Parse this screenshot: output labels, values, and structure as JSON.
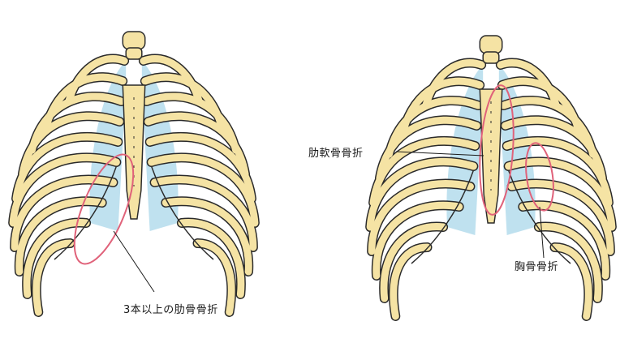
{
  "labels": {
    "multiple_rib_fracture": "3本以上の肋骨骨折",
    "costal_cartilage_fracture": "肋軟骨骨折",
    "sternum_fracture": "胸骨骨折"
  },
  "colors": {
    "bone": "#f5e3a4",
    "cartilage": "#bfe1ef",
    "outline": "#2a2a2a",
    "fracture_marker": "#e0627a"
  }
}
